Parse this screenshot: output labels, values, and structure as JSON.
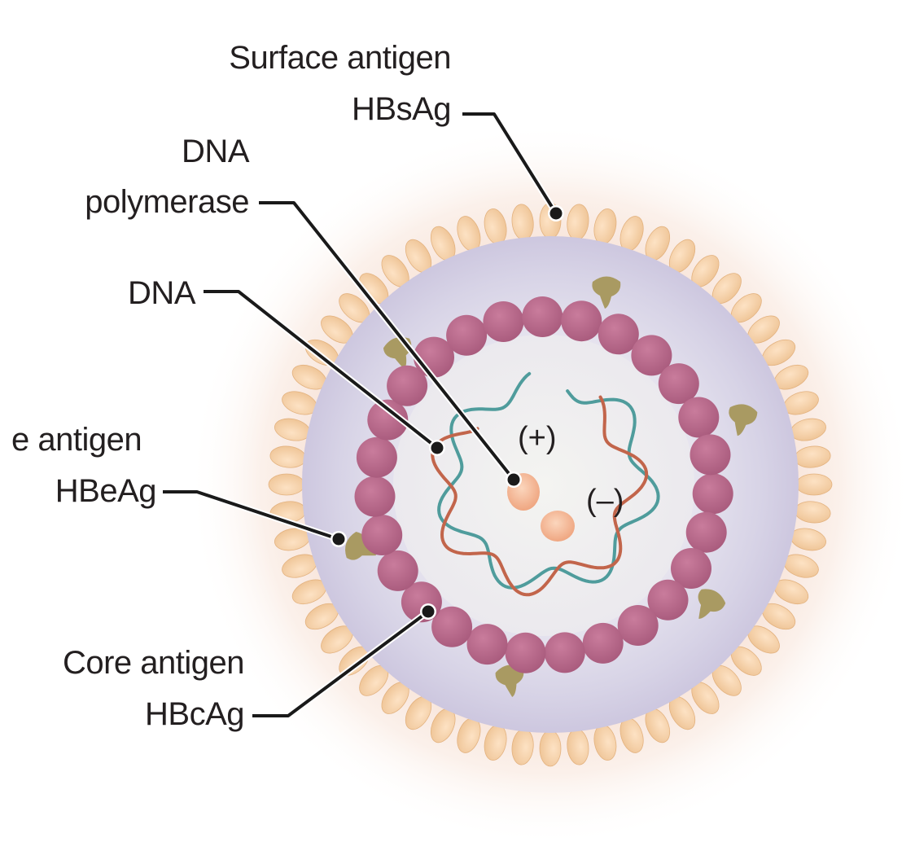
{
  "labels": {
    "surface": {
      "line1": "Surface antigen",
      "line2": "HBsAg"
    },
    "polymerase": {
      "line1": "DNA",
      "line2": "polymerase"
    },
    "dna": {
      "line1": "DNA"
    },
    "e_antigen": {
      "line1": "e antigen",
      "line2": "HBeAg"
    },
    "core": {
      "line1": "Core antigen",
      "line2": "HBcAg"
    }
  },
  "strands": {
    "plus": "(+)",
    "minus": "(–)"
  },
  "colors": {
    "surface_protein": "#f6cfa2",
    "envelope": "#ddd9ea",
    "core_capsid": "#b8688a",
    "plus_strand": "#c2654b",
    "minus_strand": "#4f9c9c",
    "polymerase": "#f4b48c",
    "e_antigen": "#a99a62",
    "leader_line": "#1a1a1a"
  }
}
